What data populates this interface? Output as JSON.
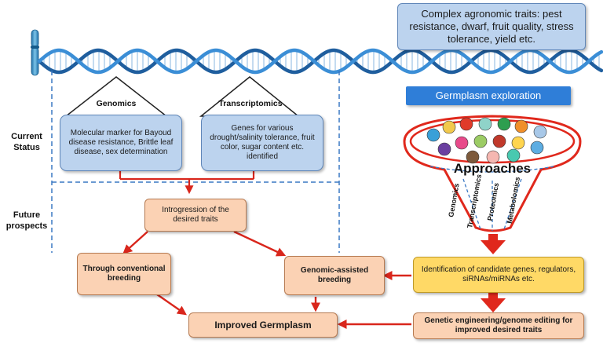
{
  "side_labels": {
    "current": "Current Status",
    "future": "Future prospects"
  },
  "traits_box": "Complex agronomic traits: pest resistance, dwarf, fruit quality, stress tolerance, yield etc.",
  "germplasm_exploration": "Germplasm exploration",
  "genomics_label": "Genomics",
  "transcriptomics_label": "Transcriptomics",
  "genomics_box": "Molecular marker for Bayoud disease resistance, Brittle leaf disease, sex determination",
  "transcriptomics_box": "Genes for various drought/salinity tolerance, fruit color, sugar content etc. identified",
  "introgression": "Introgression of the desired traits",
  "conventional": "Through conventional breeding",
  "genomic_assisted": "Genomic-assisted breeding",
  "improved": "Improved Germplasm",
  "identification": "Identification of candidate genes, regulators, siRNAs/miRNAs etc.",
  "genetic_engineering": "Genetic engineering/genome editing for improved desired traits",
  "funnel": {
    "title": "Approaches",
    "methods": [
      "Genomics",
      "Transcriptomics",
      "Proteomics",
      "Metabolomics"
    ]
  },
  "colors": {
    "arrow_red": "#d9261c",
    "dna_blue": "#2b6cb0",
    "dashed_blue": "#3a78c4",
    "funnel_red": "#e0281c",
    "box_blue": "#bcd3ee",
    "box_peach": "#fbd2b4",
    "box_yellow": "#ffd966",
    "banner_blue": "#2f7ed8"
  }
}
